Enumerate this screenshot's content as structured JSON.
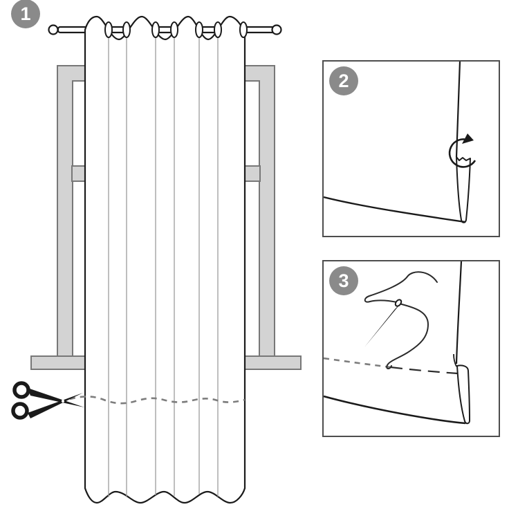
{
  "diagram": {
    "subject": "curtain-hemming-instructions",
    "steps": [
      {
        "label": "1"
      },
      {
        "label": "2"
      },
      {
        "label": "3"
      }
    ]
  },
  "icons": {
    "scissors": "scissors-icon",
    "curved_fold_arrow": "curved-arrow-icon",
    "sewing_needle": "needle-icon",
    "thread": "thread-icon"
  },
  "colors": {
    "badge_bg": "#8a8a8a",
    "badge_text": "#ffffff",
    "frame_fill": "#d3d3d3",
    "frame_stroke": "#777777",
    "outline": "#1a1a1a",
    "fold_line": "#9c9c9c",
    "dash_line": "#7d7d7d",
    "stitch_dash": "#2a2a2a",
    "panel_border": "#4d4d4d",
    "background": "#ffffff"
  }
}
